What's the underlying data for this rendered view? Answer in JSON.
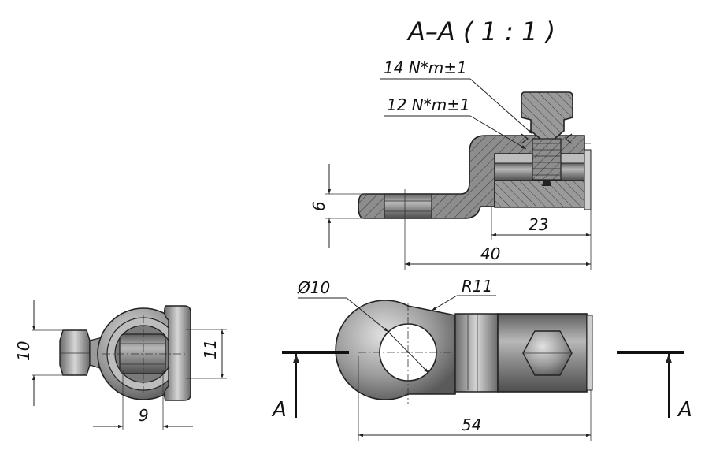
{
  "section_title": "A–A ( 1 : 1 )",
  "annotations": {
    "torque_upper": "14 N*m±1",
    "torque_lower": "12 N*m±1",
    "diameter": "Ø10",
    "radius": "R11"
  },
  "dimensions": {
    "d6": "6",
    "d23": "23",
    "d40": "40",
    "d10": "10",
    "d11": "11",
    "d9": "9",
    "d54": "54"
  },
  "section_marks": {
    "left": "A",
    "right": "A"
  },
  "colors": {
    "line": "#222222",
    "section_fill": "#8a8a8a",
    "metal_dark": "#6e6e6e",
    "metal_mid": "#a8a8a8",
    "metal_light": "#d8d8d8"
  }
}
